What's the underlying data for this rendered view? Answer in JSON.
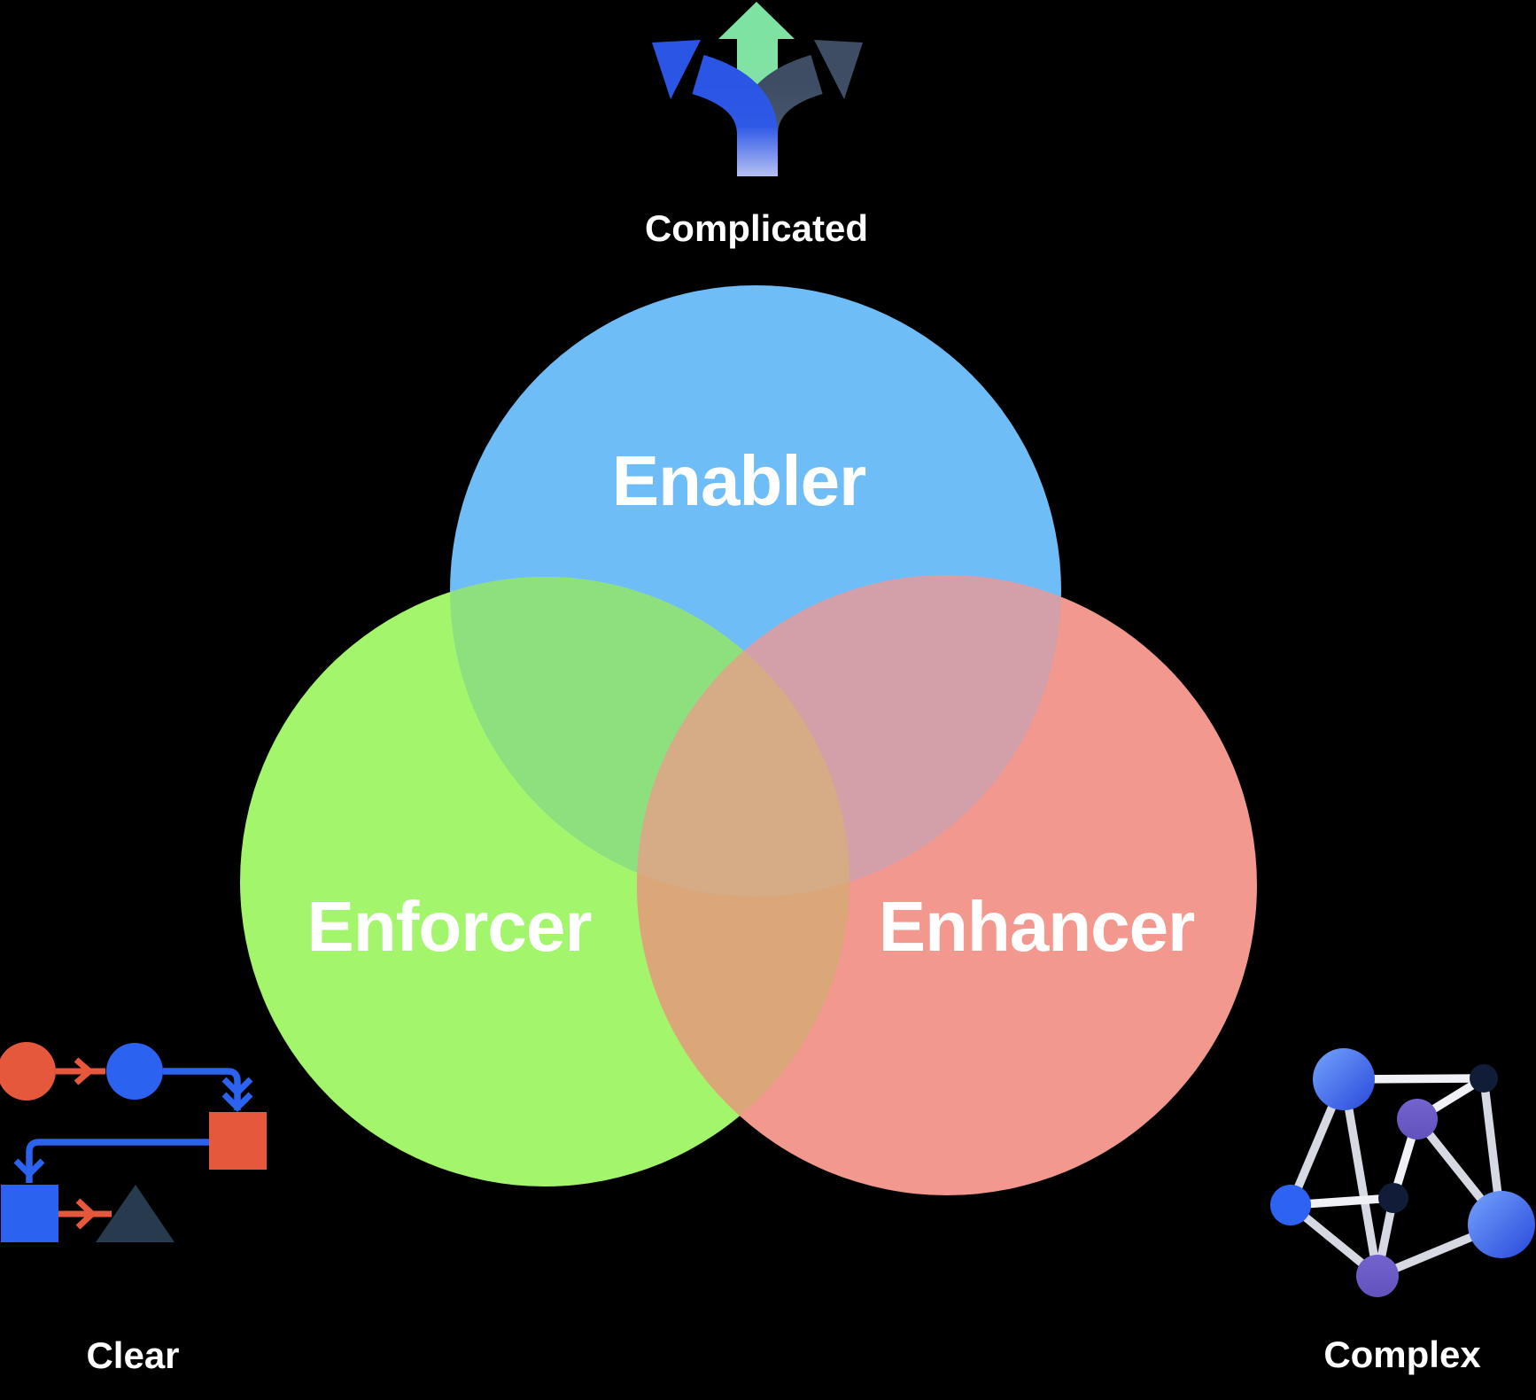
{
  "background_color": "#000000",
  "text_color": "#FFFFFF",
  "venn": {
    "sets": [
      {
        "label": "Enabler",
        "color": "#6FBDF6"
      },
      {
        "label": "Enforcer",
        "color": "#A3F66C"
      },
      {
        "label": "Enhancer",
        "color": "#F2988E"
      }
    ],
    "overlaps": {
      "enabler_enforcer": "#8EE07E",
      "enabler_enhancer": "#D3A0AA",
      "enforcer_enhancer": "#DBA779",
      "center": "#D5AC86"
    }
  },
  "annotations": {
    "top": {
      "label": "Complicated",
      "icon": "three-way-arrows-icon"
    },
    "bottom_left": {
      "label": "Clear",
      "icon": "flowchart-icon"
    },
    "bottom_right": {
      "label": "Complex",
      "icon": "network-graph-icon"
    }
  },
  "icon_colors": {
    "arrow_green": "#7EE3A2",
    "arrow_blue": "#2B55E5",
    "arrow_dark": "#3E4D64",
    "flow_orange": "#E5583B",
    "flow_blue": "#2C62F0",
    "flow_navy": "#283A4E",
    "net_edge": "#D6D9E2",
    "net_edge_light": "#EFF1F6",
    "net_blue": "#2E62F2",
    "net_purple": "#6C5CC8",
    "net_navy": "#111D38"
  }
}
